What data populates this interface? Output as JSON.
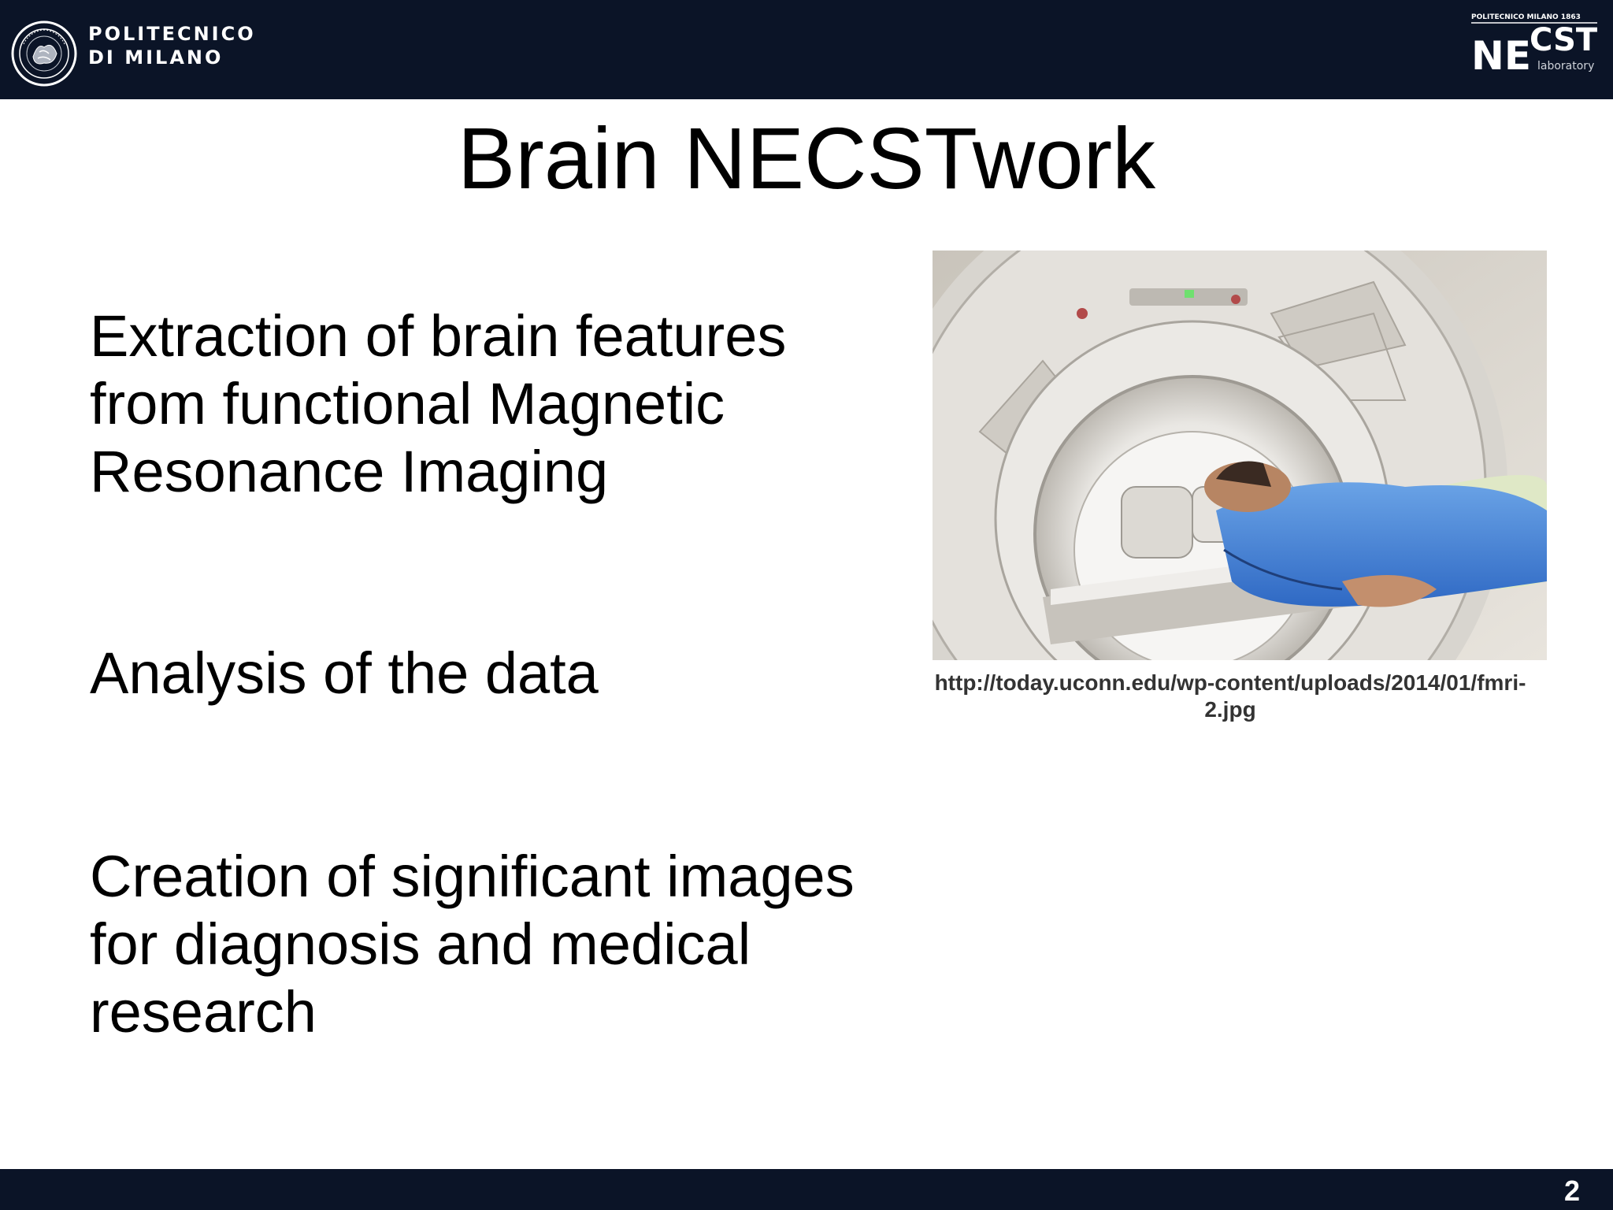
{
  "header": {
    "university": {
      "line1": "POLITECNICO",
      "line2": "DI MILANO",
      "seal_icon": "politecnico-seal-icon"
    },
    "lab_logo": {
      "top_text": "POLITECNICO MILANO 1863",
      "ne": "NE",
      "cst": "CST",
      "sub": "laboratory"
    }
  },
  "slide": {
    "title": "Brain NECSTwork",
    "bullets": [
      {
        "lines": [
          "Extraction of brain features",
          "from functional Magnetic",
          "Resonance Imaging"
        ]
      },
      {
        "lines": [
          "Analysis of the data"
        ]
      },
      {
        "lines": [
          "Creation of significant images",
          "for diagnosis and medical",
          "research"
        ]
      }
    ],
    "image": {
      "subject": "mri-scanner-photo",
      "caption_line1": "http://today.uconn.edu/wp-content/uploads/2014/01/fmri-",
      "caption_line2": "2.jpg"
    }
  },
  "footer": {
    "page_number": "2"
  },
  "colors": {
    "bar": "#0b1427",
    "text": "#000000",
    "caption": "#333333"
  }
}
